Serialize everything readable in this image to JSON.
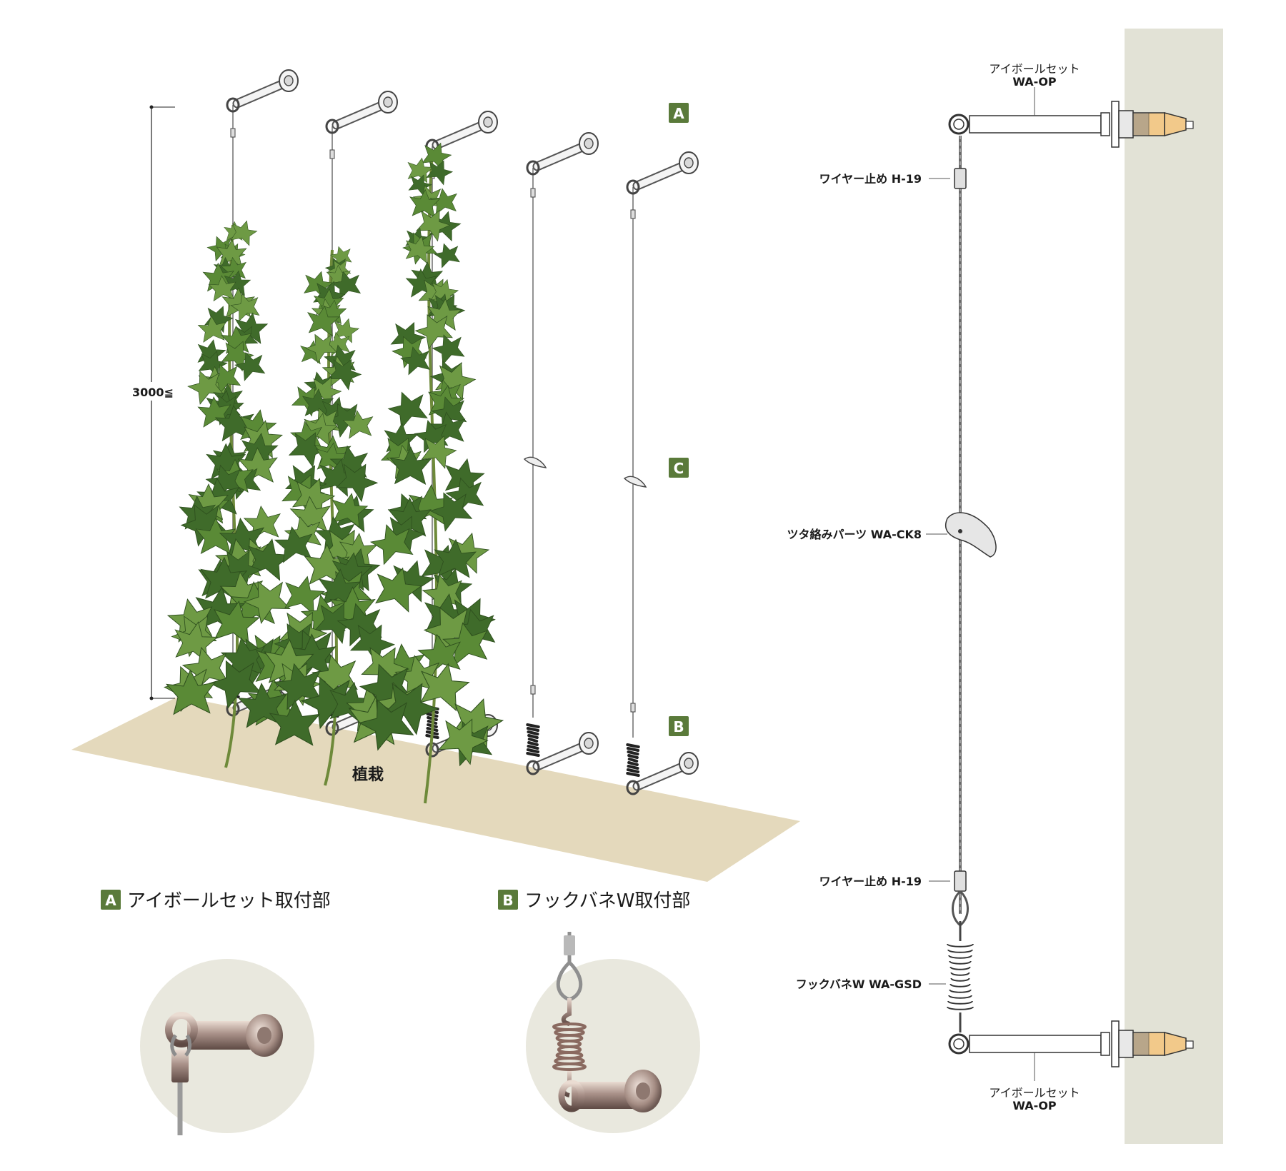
{
  "dimension": {
    "height_label": "3000≦"
  },
  "ground": {
    "label": "植栽"
  },
  "badges": {
    "a": "A",
    "b": "B",
    "c": "C"
  },
  "details": {
    "a": {
      "badge": "A",
      "title": "アイボールセット取付部"
    },
    "b": {
      "badge": "B",
      "title": "フックバネW取付部"
    }
  },
  "side_view": {
    "top_eyebolt": {
      "name": "アイボールセット",
      "code": "WA-OP"
    },
    "top_stop": "ワイヤー止め H-19",
    "ivy_part": "ツタ絡みパーツ WA-CK8",
    "bottom_stop": "ワイヤー止め H-19",
    "hook_spring": "フックバネW WA-GSD",
    "bottom_eyebolt": {
      "name": "アイボールセット",
      "code": "WA-OP"
    }
  },
  "colors": {
    "badge": "#5a7a3a",
    "ground": "#e4d9bc",
    "wall": "#e2e2d6",
    "circle_bg": "#e9e8de",
    "leaf_dark": "#3f6b2a",
    "leaf_light": "#6e9a44"
  }
}
